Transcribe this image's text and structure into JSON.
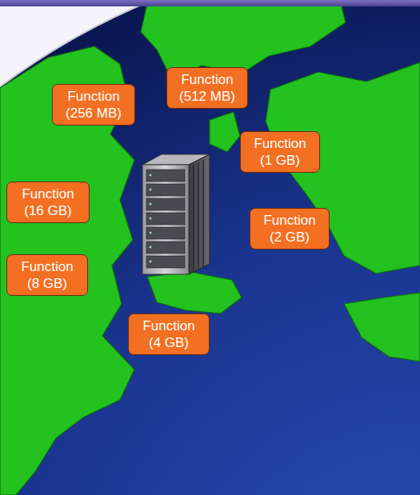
{
  "diagram": {
    "nodes": [
      {
        "text": [
          "Function (512 MB)"
        ]
      },
      {
        "text": [
          "Function (256 MB)"
        ]
      },
      {
        "text": [
          "Function (1 GB)"
        ]
      },
      {
        "text": [
          "Function (16 GB)"
        ]
      },
      {
        "text": [
          "Function (2 GB)"
        ]
      },
      {
        "text": [
          "Function (8 GB)"
        ]
      },
      {
        "text": [
          "Function (4 GB)"
        ]
      }
    ]
  }
}
